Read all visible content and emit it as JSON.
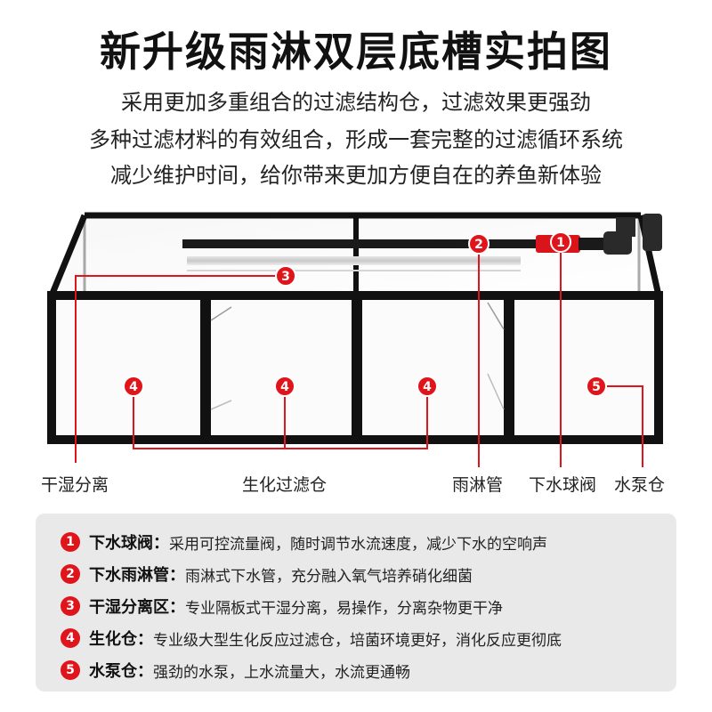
{
  "title": "新升级雨淋双层底槽实拍图",
  "subtitle_lines": [
    "采用更加多重组合的过滤结构仓，过滤效果更强劲",
    "多种过滤材料的有效组合，形成一套完整的过滤循环系统",
    "减少维护时间，给你带来更加方便自在的养鱼新体验"
  ],
  "markers": {
    "m1": "1",
    "m2": "2",
    "m3": "3",
    "m4a": "4",
    "m4b": "4",
    "m4c": "4",
    "m5": "5"
  },
  "labels": {
    "dry_wet": "干湿分离",
    "bio": "生化过滤仓",
    "rain_pipe": "雨淋管",
    "ball_valve": "下水球阀",
    "pump": "水泵仓"
  },
  "legend": [
    {
      "num": "1",
      "key": "下水球阀：",
      "desc": "采用可控流量阀，随时调节水流速度，减少下水的空响声"
    },
    {
      "num": "2",
      "key": "下水雨淋管：",
      "desc": "雨淋式下水管，充分融入氧气培养硝化细菌"
    },
    {
      "num": "3",
      "key": "干湿分离区：",
      "desc": "专业隔板式干湿分离，易操作，分离杂物更干净"
    },
    {
      "num": "4",
      "key": "生化仓：",
      "desc": "专业级大型生化反应过滤仓，培菌环境更好，消化反应更彻底"
    },
    {
      "num": "5",
      "key": "水泵仓：",
      "desc": "强劲的水泵，上水流量大，水流更通畅"
    }
  ],
  "colors": {
    "accent": "#e0151b",
    "frame": "#111111",
    "legend_bg": "#e9e9e9"
  }
}
